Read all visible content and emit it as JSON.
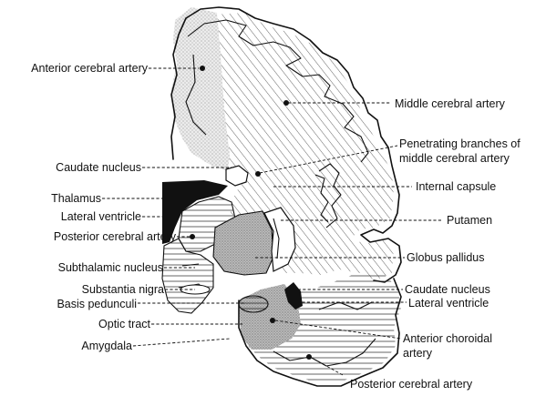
{
  "labels": {
    "anterior_cerebral_artery": "Anterior cerebral artery",
    "middle_cerebral_artery": "Middle cerebral artery",
    "penetrating_line1": "Penetrating branches of",
    "penetrating_line2": "middle cerebral artery",
    "caudate_nucleus_upper": "Caudate nucleus",
    "internal_capsule": "Internal capsule",
    "thalamus": "Thalamus",
    "lateral_ventricle_upper": "Lateral ventricle",
    "putamen": "Putamen",
    "posterior_cerebral_artery_upper": "Posterior cerebral artery",
    "globus_pallidus": "Globus pallidus",
    "subthalamic_nucleus": "Subthalamic nucleus",
    "caudate_nucleus_lower": "Caudate nucleus",
    "substantia_nigra": "Substantia nigra",
    "lateral_ventricle_lower": "Lateral ventricle",
    "basis_pedunculi": "Basis pedunculi",
    "optic_tract": "Optic tract",
    "anterior_choroidal_line1": "Anterior choroidal",
    "anterior_choroidal_line2": "artery",
    "amygdala": "Amygdala",
    "posterior_cerebral_artery_lower": "Posterior cerebral artery"
  }
}
